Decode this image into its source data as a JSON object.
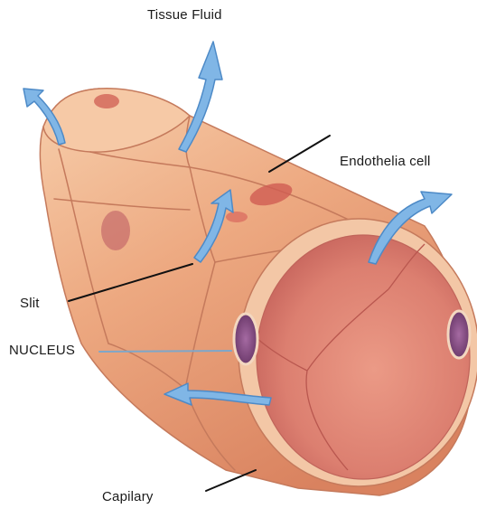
{
  "diagram": {
    "labels": {
      "tissue_fluid": "Tissue Fluid",
      "endothelia_cell": "Endothelia cell",
      "slit": "Slit",
      "nucleus": "NUCLEUS",
      "capilary": "Capilary"
    }
  },
  "colors": {
    "vessel_outer": "#e9a07b",
    "vessel_outer_light": "#f6c9a6",
    "vessel_inner": "#e3897a",
    "vessel_inner_dark": "#c9665e",
    "rim": "#f3c7a6",
    "cell_border": "#c57a5c",
    "nucleus_fill": "#8a4f86",
    "red_spot": "#c9584d",
    "arrow_fill": "#7fb5e6",
    "arrow_stroke": "#4d8ac7",
    "leader_dark": "#111111",
    "leader_blue": "#7ea7c9"
  }
}
